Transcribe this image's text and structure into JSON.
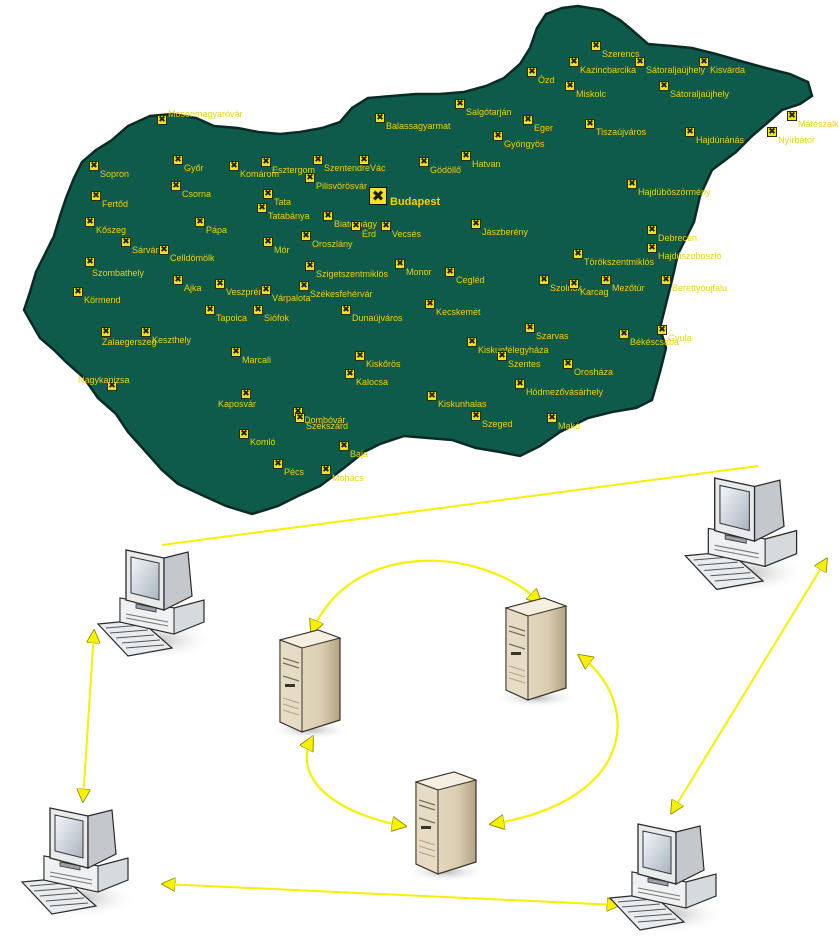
{
  "colors": {
    "map_fill": "#0e5a4b",
    "map_outline": "#0a2b25",
    "marker": "#f2e21b",
    "city_label": "#e8d21a",
    "connection": "#f7f000"
  },
  "map": {
    "capital": "Budapest",
    "cities": [
      {
        "name": "Szerencs"
      },
      {
        "name": "Kazincbarcika"
      },
      {
        "name": "Sátoraljaújhely"
      },
      {
        "name": "Kisvárda"
      },
      {
        "name": "Ózd"
      },
      {
        "name": "Miskolc"
      },
      {
        "name": "Sátoraljaújhely"
      },
      {
        "name": "Salgótarján"
      },
      {
        "name": "Mátészalka"
      },
      {
        "name": "Balassagyarmat"
      },
      {
        "name": "Eger"
      },
      {
        "name": "Tiszaújváros"
      },
      {
        "name": "Mosonmagyaróvár"
      },
      {
        "name": "Gyöngyös"
      },
      {
        "name": "Hajdúnánás"
      },
      {
        "name": "Nyírbátor"
      },
      {
        "name": "Sopron"
      },
      {
        "name": "Győr"
      },
      {
        "name": "Komárom"
      },
      {
        "name": "Esztergom"
      },
      {
        "name": "Szentendre"
      },
      {
        "name": "Vác"
      },
      {
        "name": "Hatvan"
      },
      {
        "name": "Gödöllő"
      },
      {
        "name": "Fertőd"
      },
      {
        "name": "Csorna"
      },
      {
        "name": "Tata"
      },
      {
        "name": "Pilisvörösvár"
      },
      {
        "name": "Hajdúböszörmény"
      },
      {
        "name": "Tatabánya"
      },
      {
        "name": "Pápa"
      },
      {
        "name": "Kőszeg"
      },
      {
        "name": "Biatorbágy"
      },
      {
        "name": "Érd"
      },
      {
        "name": "Vecsés"
      },
      {
        "name": "Jászberény"
      },
      {
        "name": "Debrecen"
      },
      {
        "name": "Sárvár"
      },
      {
        "name": "Celldömölk"
      },
      {
        "name": "Mór"
      },
      {
        "name": "Oroszlány"
      },
      {
        "name": "Szombathely"
      },
      {
        "name": "Szigetszentmiklós"
      },
      {
        "name": "Monor"
      },
      {
        "name": "Törökszentmiklós"
      },
      {
        "name": "Hajdúszoboszló"
      },
      {
        "name": "Ajka"
      },
      {
        "name": "Veszprém"
      },
      {
        "name": "Várpalota"
      },
      {
        "name": "Székesfehérvár"
      },
      {
        "name": "Szolnok"
      },
      {
        "name": "Karcag"
      },
      {
        "name": "Mezőtúr"
      },
      {
        "name": "Berettyóújfalu"
      },
      {
        "name": "Cegléd"
      },
      {
        "name": "Körmend"
      },
      {
        "name": "Tapolca"
      },
      {
        "name": "Siófok"
      },
      {
        "name": "Dunaújváros"
      },
      {
        "name": "Kecskemét"
      },
      {
        "name": "Szarvas"
      },
      {
        "name": "Zalaegerszeg"
      },
      {
        "name": "Keszthely"
      },
      {
        "name": "Kiskunfélegyháza"
      },
      {
        "name": "Szentes"
      },
      {
        "name": "Békéscsaba"
      },
      {
        "name": "Gyula"
      },
      {
        "name": "Kiskőrös"
      },
      {
        "name": "Nagykanizsa"
      },
      {
        "name": "Marcali"
      },
      {
        "name": "Orosháza"
      },
      {
        "name": "Kalocsa"
      },
      {
        "name": "Kiskunhalas"
      },
      {
        "name": "Hódmezővásárhely"
      },
      {
        "name": "Kaposvár"
      },
      {
        "name": "Dombóvár"
      },
      {
        "name": "Szekszárd"
      },
      {
        "name": "Szeged"
      },
      {
        "name": "Makó"
      },
      {
        "name": "Baja"
      },
      {
        "name": "Komló"
      },
      {
        "name": "Pécs"
      },
      {
        "name": "Mohács"
      }
    ]
  },
  "network": {
    "workstations": [
      {
        "name": "workstation-top-left",
        "icon": "desktop-computer-icon"
      },
      {
        "name": "workstation-top-right",
        "icon": "desktop-computer-icon"
      },
      {
        "name": "workstation-bottom-left",
        "icon": "desktop-computer-icon"
      },
      {
        "name": "workstation-bottom-right",
        "icon": "desktop-computer-icon"
      }
    ],
    "servers": [
      {
        "name": "server-left",
        "icon": "server-tower-icon"
      },
      {
        "name": "server-right",
        "icon": "server-tower-icon"
      },
      {
        "name": "server-bottom",
        "icon": "server-tower-icon"
      }
    ]
  }
}
